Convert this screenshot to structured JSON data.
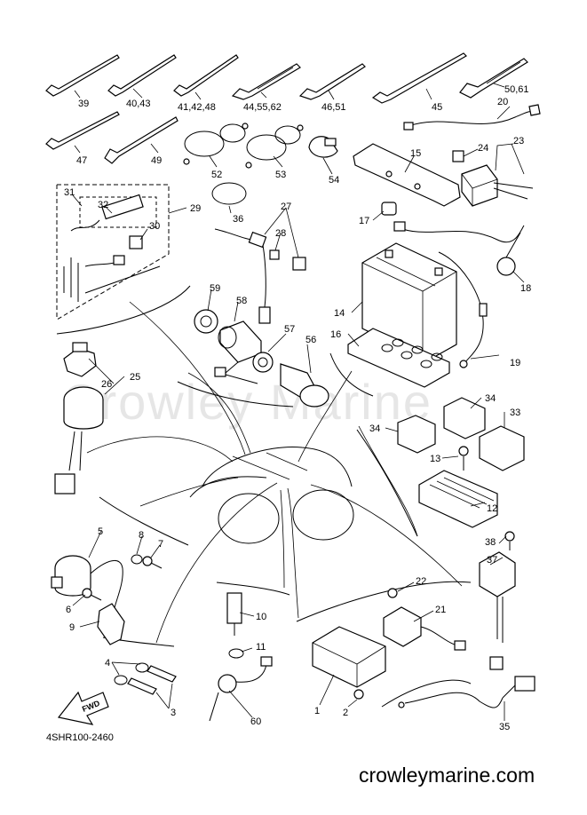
{
  "watermark": "Crowley Marine",
  "diagram_code": "4SHR100-2460",
  "website": "crowleymarine.com",
  "fwd": "FWD",
  "labels": [
    "39",
    "40,43",
    "41,42,48",
    "44,55,62",
    "46,51",
    "45",
    "50,61",
    "20",
    "47",
    "49",
    "52",
    "53",
    "54",
    "15",
    "24",
    "23",
    "31",
    "32",
    "29",
    "30",
    "36",
    "27",
    "28",
    "17",
    "18",
    "14",
    "59",
    "58",
    "57",
    "56",
    "16",
    "19",
    "26",
    "25",
    "34",
    "33",
    "34",
    "13",
    "12",
    "5",
    "8",
    "7",
    "6",
    "9",
    "38",
    "37",
    "22",
    "21",
    "10",
    "11",
    "4",
    "3",
    "1",
    "2",
    "60",
    "35"
  ]
}
